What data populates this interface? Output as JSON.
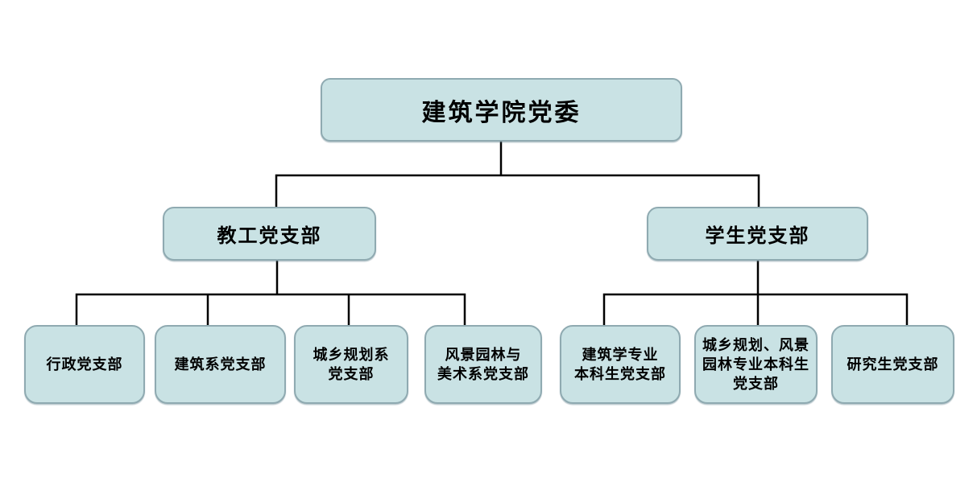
{
  "colors": {
    "box_fill": "#c9e2e4",
    "box_border": "#8faab1",
    "line_color": "#000000",
    "text_color": "#000000",
    "background": "#ffffff"
  },
  "org_chart": {
    "root": {
      "label": "建筑学院党委"
    },
    "branches": [
      {
        "label": "教工党支部",
        "children": [
          {
            "label": "行政党支部"
          },
          {
            "label": "建筑系党支部"
          },
          {
            "label": "城乡规划系\n党支部"
          },
          {
            "label": "风景园林与\n美术系党支部"
          }
        ]
      },
      {
        "label": "学生党支部",
        "children": [
          {
            "label": "建筑学专业\n本科生党支部"
          },
          {
            "label": "城乡规划、风景\n园林专业本科生\n党支部"
          },
          {
            "label": "研究生党支部"
          }
        ]
      }
    ]
  }
}
